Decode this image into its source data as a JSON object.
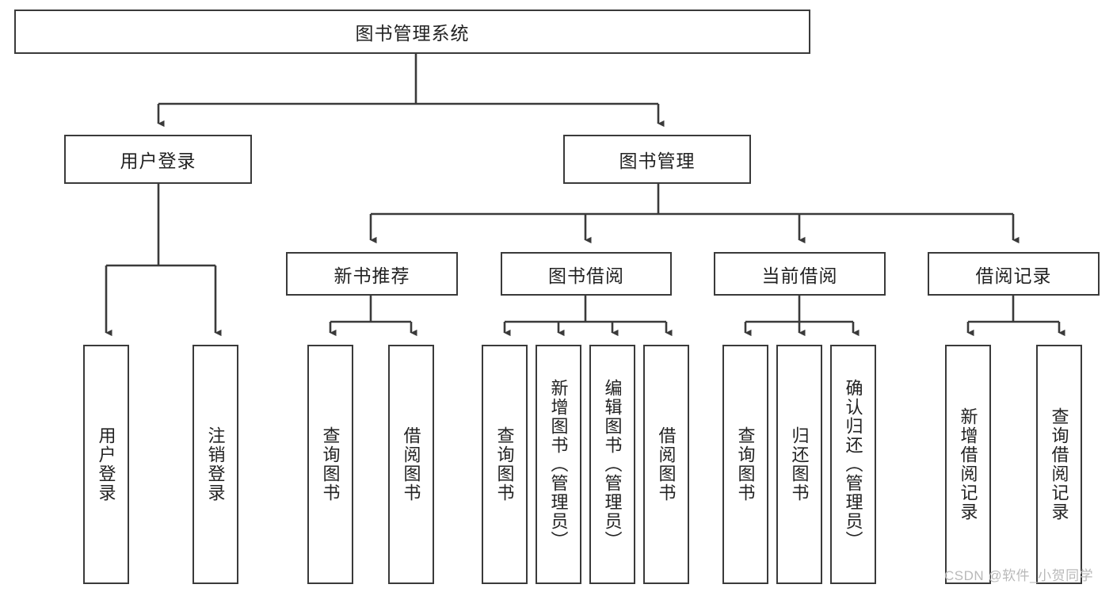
{
  "diagram": {
    "title": "图书管理系统",
    "type": "hierarchy-tree",
    "root": {
      "label": "图书管理系统"
    },
    "level1": [
      {
        "label": "用户登录"
      },
      {
        "label": "图书管理"
      }
    ],
    "level2": [
      {
        "label": "新书推荐"
      },
      {
        "label": "图书借阅"
      },
      {
        "label": "当前借阅"
      },
      {
        "label": "借阅记录"
      }
    ],
    "leaves": {
      "user_login": [
        {
          "label": "用户登录"
        },
        {
          "label": "注销登录"
        }
      ],
      "new_book_recommend": [
        {
          "label": "查询图书"
        },
        {
          "label": "借阅图书"
        }
      ],
      "book_borrow": [
        {
          "label": "查询图书"
        },
        {
          "label": "新增图书（管理员）"
        },
        {
          "label": "编辑图书（管理员）"
        },
        {
          "label": "借阅图书"
        }
      ],
      "current_borrow": [
        {
          "label": "查询图书"
        },
        {
          "label": "归还图书"
        },
        {
          "label": "确认归还（管理员）"
        }
      ],
      "borrow_records": [
        {
          "label": "新增借阅记录"
        },
        {
          "label": "查询借阅记录"
        }
      ]
    }
  },
  "watermark": {
    "text": "CSDN @软件_小贺同学"
  },
  "colors": {
    "stroke": "#3a3a3a",
    "text": "#222222",
    "background": "#ffffff",
    "watermark": "#b9b9b9"
  }
}
